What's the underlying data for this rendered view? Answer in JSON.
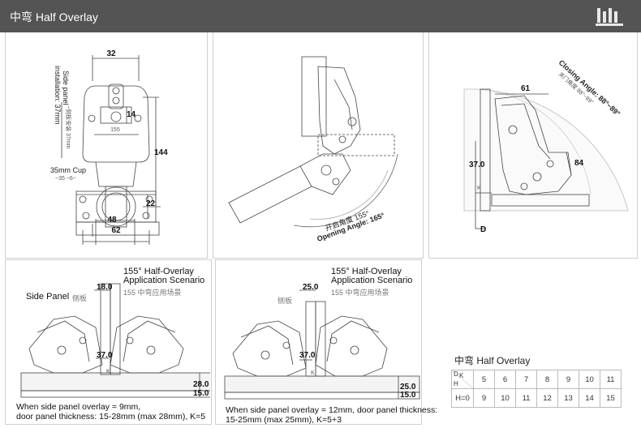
{
  "header": {
    "title": "中弯  Half Overlay"
  },
  "panel1": {
    "dims": [
      "32",
      "14",
      "144",
      "22",
      "48",
      "62"
    ],
    "side_label_1": "Side panel",
    "side_label_2": "installation: 37mm",
    "cup_label": "35mm Cup",
    "cup_sub": "~35 ~6~",
    "side_sub": "~侧板安装 37mm",
    "mid_label": "155"
  },
  "panel2": {
    "angle_cn": "开启角度 155°",
    "angle_en": "Opening Angle: 165°"
  },
  "panel3": {
    "closing_en": "Closing Angle: 88°~89°",
    "closing_cn": "关门角度 88°~89°",
    "dim_61": "61",
    "dim_37": "37.0",
    "dim_84": "84",
    "k": "K",
    "d": "D"
  },
  "scenario_left": {
    "title_1": "155° Half-Overlay",
    "title_2": "Application Scenario",
    "title_cn": "155 中弯应用场景",
    "side_panel": "Side Panel",
    "side_cn": "侧板",
    "dim_top": "18.0",
    "dim_mid": "37.0",
    "k": "K",
    "dim_r1": "28.0",
    "dim_r2": "15.0",
    "caption_1": "When side panel overlay = 9mm,",
    "caption_2": "door panel thickness: 15-28mm (max 28mm), K=5"
  },
  "scenario_right": {
    "title_1": "155° Half-Overlay",
    "title_2": "Application Scenario",
    "title_cn": "155 中弯应用场景",
    "side_cn": "侧板",
    "dim_top": "25.0",
    "dim_mid": "37.0",
    "k": "K",
    "dim_r1": "25.0",
    "dim_r2": "15.0",
    "caption_1": "When side panel overlay = 12mm, door panel thickness:",
    "caption_2": "15-25mm (max 25mm), K=5+3"
  },
  "overlay_table": {
    "title": "中弯 Half Overlay",
    "corner_d": "D",
    "corner_k": "K",
    "corner_h": "H",
    "row1": [
      "5",
      "6",
      "7",
      "8",
      "9",
      "10",
      "11"
    ],
    "row2_label": "H=0",
    "row2": [
      "9",
      "10",
      "11",
      "12",
      "13",
      "14",
      "15"
    ]
  }
}
